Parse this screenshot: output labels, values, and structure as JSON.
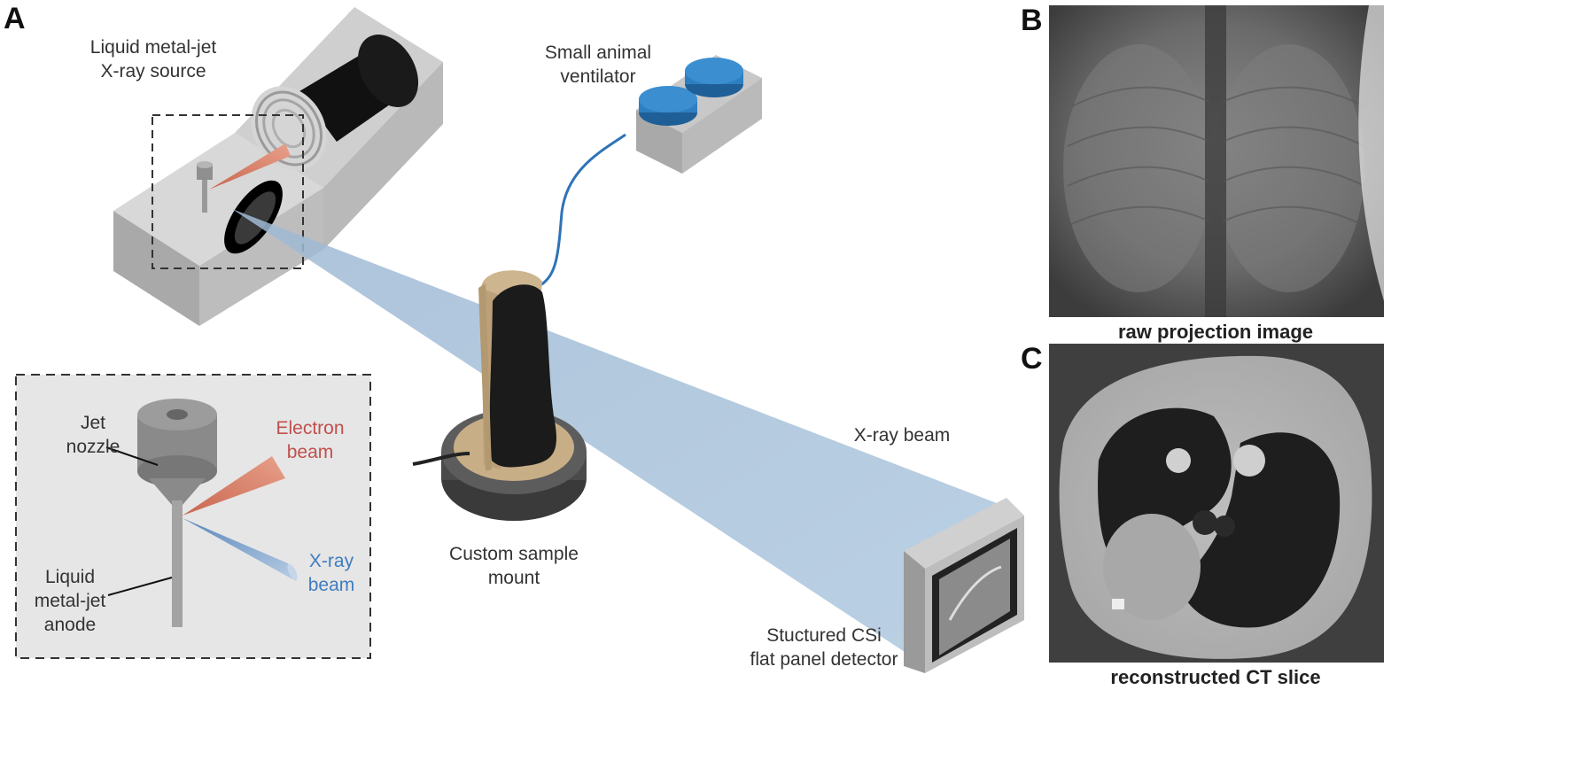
{
  "panels": {
    "a": "A",
    "b": "B",
    "c": "C"
  },
  "labels": {
    "source_line1": "Liquid metal-jet",
    "source_line2": "X-ray source",
    "ventilator_line1": "Small animal",
    "ventilator_line2": "ventilator",
    "beam_main": "X-ray beam",
    "mount_line1": "Custom sample",
    "mount_line2": "mount",
    "detector_line1": "Stuctured CSi",
    "detector_line2": "flat panel detector",
    "jet_line1": "Jet",
    "jet_line2": "nozzle",
    "anode_line1": "Liquid",
    "anode_line2": "metal-jet",
    "anode_line3": "anode",
    "electron_line1": "Electron",
    "electron_line2": "beam",
    "inset_xray_line1": "X-ray",
    "inset_xray_line2": "beam"
  },
  "captions": {
    "b": "raw projection image",
    "c": "reconstructed CT slice"
  },
  "colors": {
    "electron_beam": "#c0504d",
    "xray_beam": "#3f7dbf",
    "ventilator_knob": "#2e7fc1",
    "housing": "#c9c9c9"
  }
}
